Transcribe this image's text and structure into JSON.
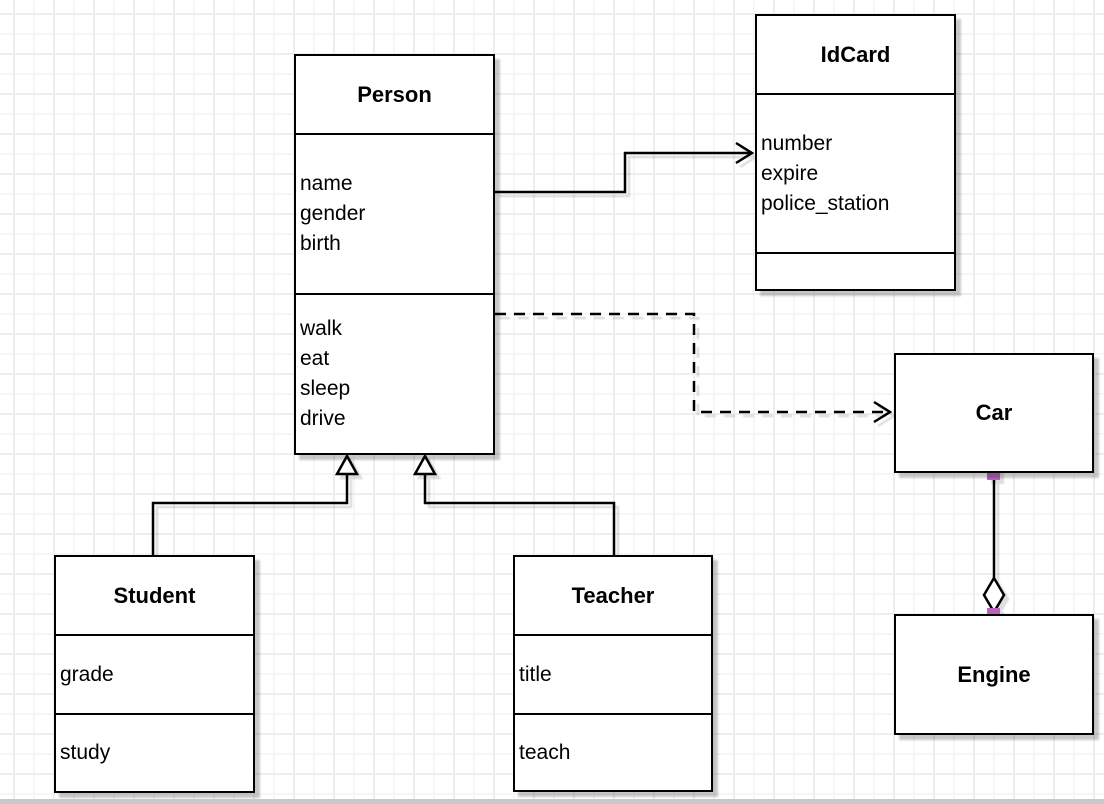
{
  "diagram": {
    "classes": {
      "person": {
        "name": "Person",
        "attributes": [
          "name",
          "gender",
          "birth"
        ],
        "methods": [
          "walk",
          "eat",
          "sleep",
          "drive"
        ]
      },
      "idcard": {
        "name": "IdCard",
        "attributes": [
          "number",
          "expire",
          "police_station"
        ],
        "methods": []
      },
      "car": {
        "name": "Car",
        "attributes": [],
        "methods": []
      },
      "engine": {
        "name": "Engine",
        "attributes": [],
        "methods": []
      },
      "student": {
        "name": "Student",
        "attributes": [
          "grade"
        ],
        "methods": [
          "study"
        ]
      },
      "teacher": {
        "name": "Teacher",
        "attributes": [
          "title"
        ],
        "methods": [
          "teach"
        ]
      }
    },
    "relationships": [
      {
        "from": "Person",
        "to": "IdCard",
        "type": "association",
        "line": "solid",
        "arrow": "open-arrowhead"
      },
      {
        "from": "Person",
        "to": "Car",
        "type": "dependency",
        "line": "dashed",
        "arrow": "open-arrowhead"
      },
      {
        "from": "Student",
        "to": "Person",
        "type": "generalization",
        "line": "solid",
        "arrow": "hollow-triangle"
      },
      {
        "from": "Teacher",
        "to": "Person",
        "type": "generalization",
        "line": "solid",
        "arrow": "hollow-triangle"
      },
      {
        "from": "Car",
        "to": "Engine",
        "type": "aggregation",
        "line": "solid",
        "arrow": "hollow-diamond",
        "endpoints": "fixed-point-handles"
      }
    ],
    "colors": {
      "background": "#ffffff",
      "box_fill": "#ffffff",
      "box_stroke": "#000000",
      "grid_line": "#f2f2f4",
      "shadow": "#c9c9c9",
      "endpoint_handle": "#b864be"
    }
  }
}
